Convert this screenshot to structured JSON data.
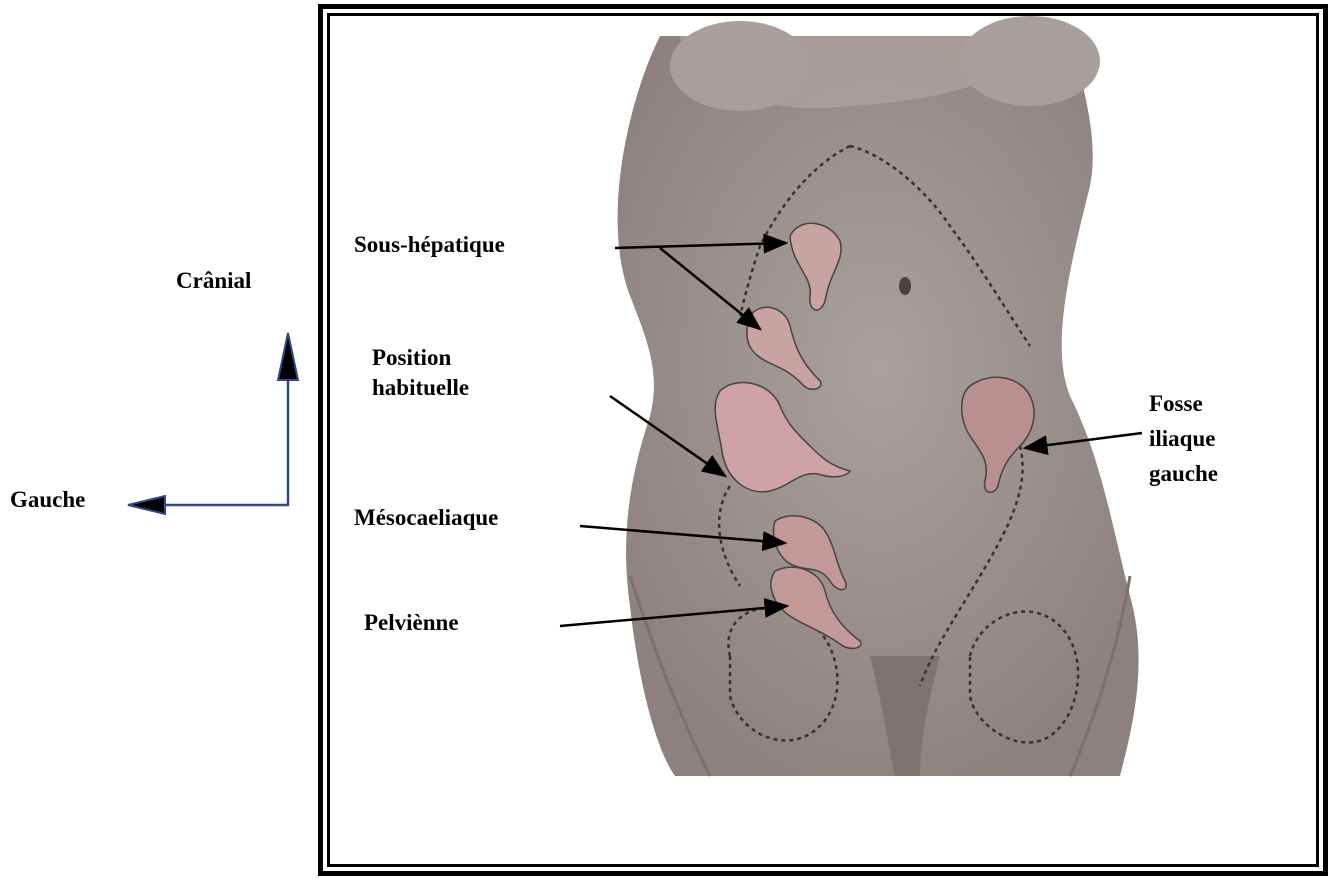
{
  "orientation": {
    "cranial": "Crânial",
    "left": "Gauche",
    "arrow_color": "#2e4a8a"
  },
  "labels": {
    "sous_hepatique": "Sous-hépatique",
    "position_habituelle_line1": "Position",
    "position_habituelle_line2": "habituelle",
    "mesocoeliaque": "Mésocaeliaque",
    "pelvienne": "Pelviènne",
    "fosse_line1": "Fosse",
    "fosse_line2": "iliaque",
    "fosse_line3": "gauche"
  },
  "colors": {
    "skin": "#9a8f8c",
    "skin_light": "#b2a9a6",
    "appendix": "#c29898",
    "outline": "#2a2a2a"
  }
}
